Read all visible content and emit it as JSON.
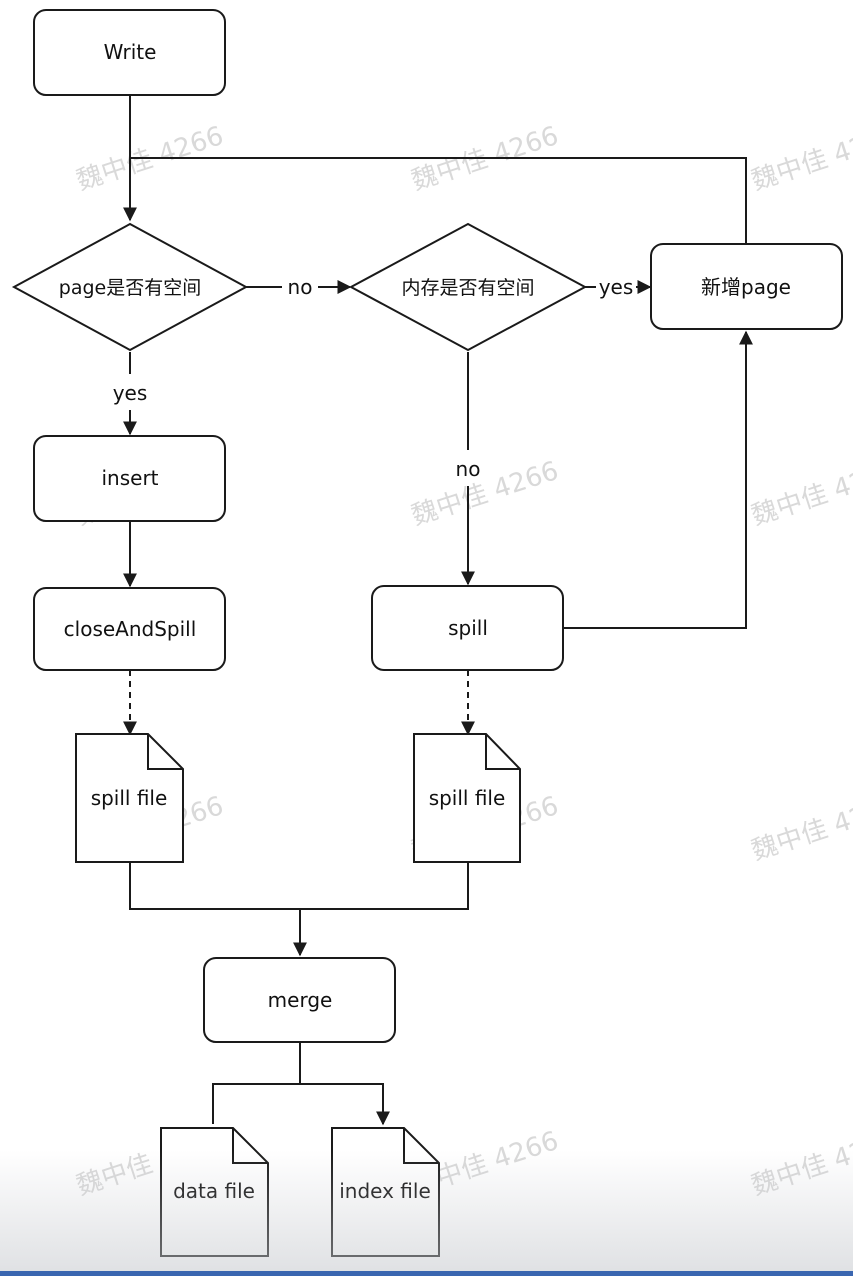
{
  "nodes": {
    "write": "Write",
    "page_check": "page是否有空间",
    "memory_check": "内存是否有空间",
    "new_page": "新增page",
    "insert": "insert",
    "close_and_spill": "closeAndSpill",
    "spill": "spill",
    "spill_file_left": "spill file",
    "spill_file_right": "spill file",
    "merge": "merge",
    "data_file": "data file",
    "index_file": "index file"
  },
  "edges": {
    "page_no": "no",
    "page_yes": "yes",
    "memory_yes": "yes",
    "memory_no": "no"
  },
  "watermark": {
    "text": "魏中佳 4266",
    "color": "#d9d9d9"
  },
  "colors": {
    "stroke": "#1a1a1a",
    "fill": "#ffffff"
  }
}
